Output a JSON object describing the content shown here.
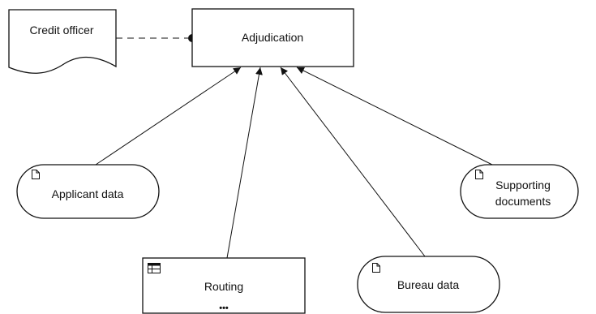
{
  "nodes": {
    "adjudication": {
      "label": "Adjudication"
    },
    "credit_officer": {
      "label": "Credit officer"
    },
    "applicant_data": {
      "label": "Applicant data",
      "icon": "document-icon"
    },
    "routing": {
      "label": "Routing",
      "icon": "table-icon",
      "more": "•••"
    },
    "bureau_data": {
      "label": "Bureau data",
      "icon": "document-icon"
    },
    "supporting_documents": {
      "label_line1": "Supporting",
      "label_line2": "documents",
      "icon": "document-icon"
    }
  },
  "edges": [
    {
      "from": "credit_officer",
      "to": "adjudication",
      "style": "dashed",
      "end": "dot"
    },
    {
      "from": "applicant_data",
      "to": "adjudication",
      "style": "solid",
      "end": "arrow"
    },
    {
      "from": "routing",
      "to": "adjudication",
      "style": "solid",
      "end": "arrow"
    },
    {
      "from": "bureau_data",
      "to": "adjudication",
      "style": "solid",
      "end": "arrow"
    },
    {
      "from": "supporting_documents",
      "to": "adjudication",
      "style": "solid",
      "end": "arrow"
    }
  ]
}
